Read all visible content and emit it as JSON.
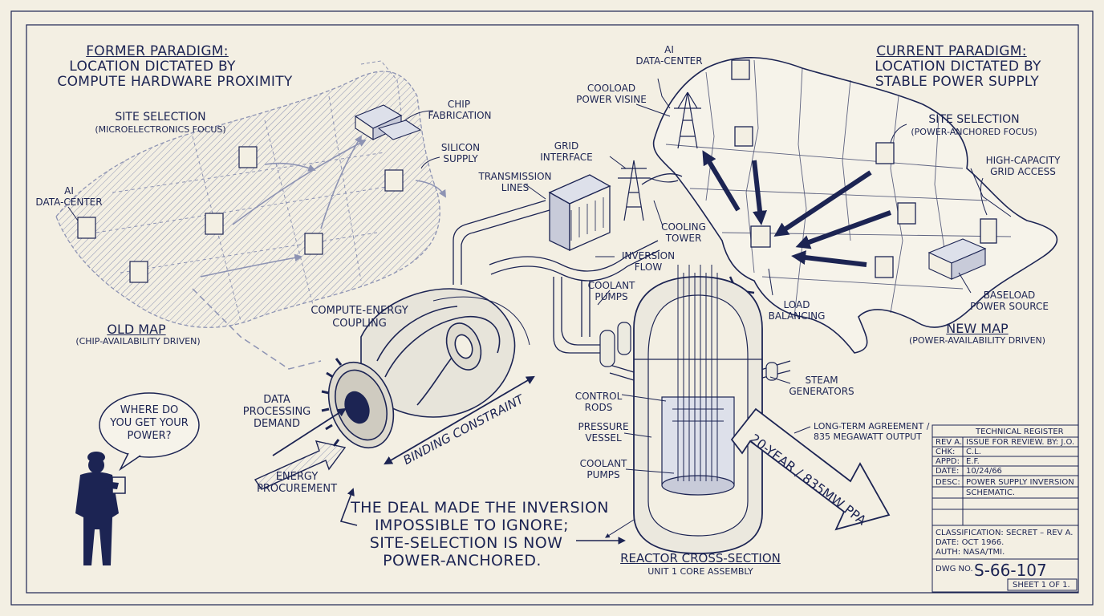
{
  "left": {
    "heading": [
      "FORMER PARADIGM:",
      "LOCATION DICTATED BY",
      "COMPUTE HARDWARE PROXIMITY"
    ],
    "site_selection": "SITE SELECTION",
    "site_focus": "(MICROELECTRONICS FOCUS)",
    "chip_fab": [
      "CHIP",
      "FABRICATION"
    ],
    "silicon": [
      "SILICON",
      "SUPPLY"
    ],
    "ai_dc": [
      "AI",
      "DATA-CENTER"
    ],
    "map_title": "OLD MAP",
    "map_sub": "(CHIP-AVAILABILITY DRIVEN)"
  },
  "right": {
    "heading": [
      "CURRENT PARADIGM:",
      "LOCATION DICTATED BY",
      "STABLE POWER SUPPLY"
    ],
    "site_selection": "SITE SELECTION",
    "site_focus": "(POWER-ANCHORED FOCUS)",
    "grid_access": [
      "HIGH-CAPACITY",
      "GRID ACCESS"
    ],
    "ai_dc": [
      "AI",
      "DATA-CENTER"
    ],
    "cooload": [
      "COOLOAD",
      "POWER VISINE"
    ],
    "baseload": [
      "BASELOAD",
      "POWER SOURCE"
    ],
    "load_bal": [
      "LOAD",
      "BALANCING"
    ],
    "map_title": "NEW MAP",
    "map_sub": "(POWER-AVAILABILITY DRIVEN)"
  },
  "center": {
    "grid_interface": [
      "GRID",
      "INTERFACE"
    ],
    "transmission": [
      "TRANSMISSION",
      "LINES"
    ],
    "cooling_tower": [
      "COOLING",
      "TOWER"
    ],
    "inversion_flow": [
      "INVERSION",
      "FLOW"
    ],
    "coolant_pumps_top": [
      "COOLANT",
      "PUMPS"
    ],
    "coupling": [
      "COMPUTE-ENERGY",
      "COUPLING"
    ],
    "data_demand": [
      "DATA",
      "PROCESSING",
      "DEMAND"
    ],
    "energy_proc": [
      "ENERGY",
      "PROCUREMENT"
    ],
    "binding": "BINDING CONSTRAINT",
    "control_rods": [
      "CONTROL",
      "RODS"
    ],
    "pressure_vessel": [
      "PRESSURE",
      "VESSEL"
    ],
    "coolant_pumps_low": [
      "COOLANT",
      "PUMPS"
    ],
    "steam_gen": [
      "STEAM",
      "GENERATORS"
    ],
    "agreement": [
      "LONG-TERM AGREEMENT /",
      "835 MEGAWATT OUTPUT"
    ],
    "ppa": "20-YEAR / 835MW PPA",
    "reactor_title": "REACTOR CROSS-SECTION",
    "reactor_sub": "UNIT 1 CORE ASSEMBLY"
  },
  "speech": [
    "WHERE DO",
    "YOU GET YOUR",
    "POWER?"
  ],
  "conclusion": [
    "THE DEAL MADE THE INVERSION",
    "IMPOSSIBLE TO IGNORE;",
    "SITE-SELECTION IS NOW",
    "POWER-ANCHORED."
  ],
  "register": {
    "title": "TECHNICAL REGISTER",
    "rows": [
      {
        "k": "REV A.",
        "v": "ISSUE FOR REVIEW. BY: J.O."
      },
      {
        "k": "CHK:",
        "v": "C.L."
      },
      {
        "k": "APPD:",
        "v": "E.F."
      },
      {
        "k": "DATE:",
        "v": "10/24/66"
      },
      {
        "k": "DESC:",
        "v": "POWER SUPPLY INVERSION"
      },
      {
        "k": "",
        "v": "SCHEMATIC."
      }
    ],
    "classification": "CLASSIFICATION: SECRET – REV A.",
    "date": "DATE:  OCT 1966.",
    "auth": "AUTH:  NASA/TMI.",
    "dwg_label": "DWG NO.",
    "dwg_no": "S-66-107",
    "sheet": "SHEET 1 OF 1."
  },
  "colors": {
    "ink": "#1c2453",
    "paper": "#f3efe3",
    "faint": "#9aa0bd"
  }
}
